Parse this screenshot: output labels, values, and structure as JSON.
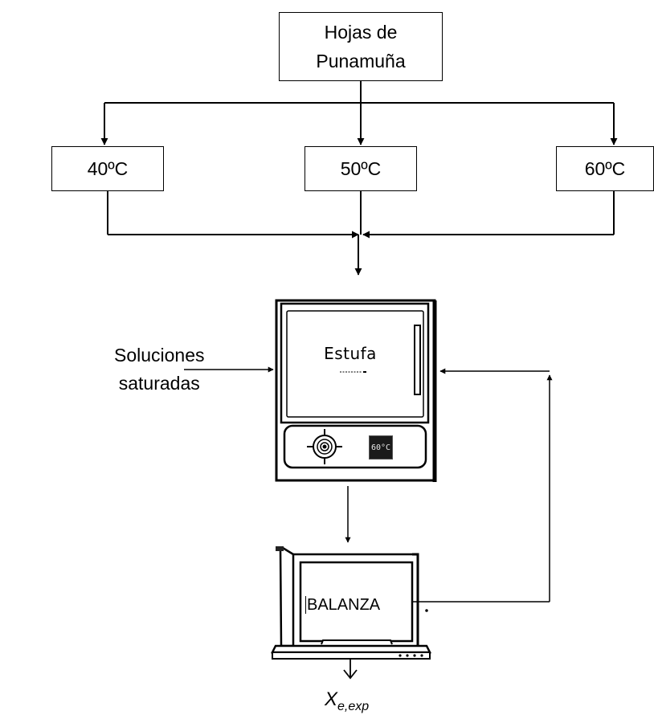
{
  "source": {
    "line1": "Hojas de",
    "line2": "Punamuña"
  },
  "temperatures": {
    "t40": "40ºC",
    "t50": "50ºC",
    "t60": "60ºC"
  },
  "inputs": {
    "line1": "Soluciones",
    "line2": "saturadas"
  },
  "oven": {
    "label": "Estufa",
    "display": "60°C"
  },
  "scale": {
    "label": "BALANZA"
  },
  "result": {
    "symbol": "X",
    "subscript": "e,exp"
  }
}
